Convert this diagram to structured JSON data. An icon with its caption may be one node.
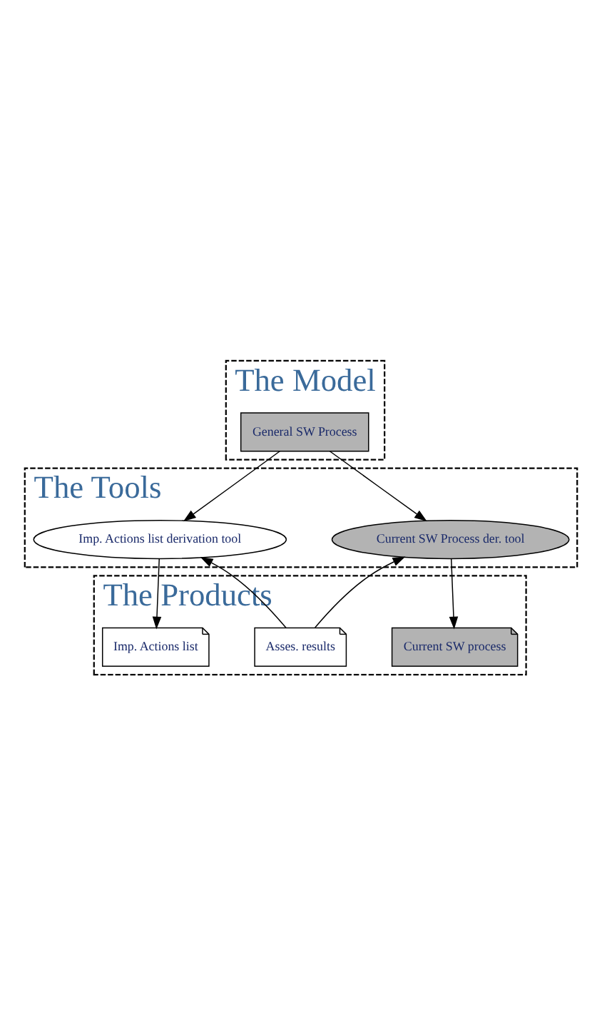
{
  "diagram": {
    "nodes": [
      {
        "text": [
          "The Model"
        ]
      },
      {
        "text": [
          "General SW Process"
        ],
        "in": 0
      },
      {
        "text": [
          "The Tools"
        ]
      },
      {
        "text": [
          "Current SW Process der. tool"
        ],
        "in": 2
      },
      {
        "text": [
          "Imp. Actions list derivation tool"
        ],
        "in": 2
      },
      {
        "text": [
          "The Products"
        ]
      },
      {
        "text": [
          "Asses. results"
        ],
        "in": 5
      },
      {
        "text": [
          "Current SW process"
        ],
        "in": 5
      },
      {
        "text": [
          "Imp. Actions list"
        ],
        "in": 5
      }
    ],
    "edges": [
      {
        "from": 1,
        "to": 3,
        "arrow": "to"
      },
      {
        "from": 1,
        "to": 4,
        "arrow": "to"
      },
      {
        "from": 6,
        "to": 3,
        "arrow": "to"
      },
      {
        "from": 6,
        "to": 4,
        "arrow": "to"
      },
      {
        "from": 3,
        "to": 7,
        "arrow": "to"
      },
      {
        "from": 4,
        "to": 8,
        "arrow": "to"
      }
    ]
  }
}
